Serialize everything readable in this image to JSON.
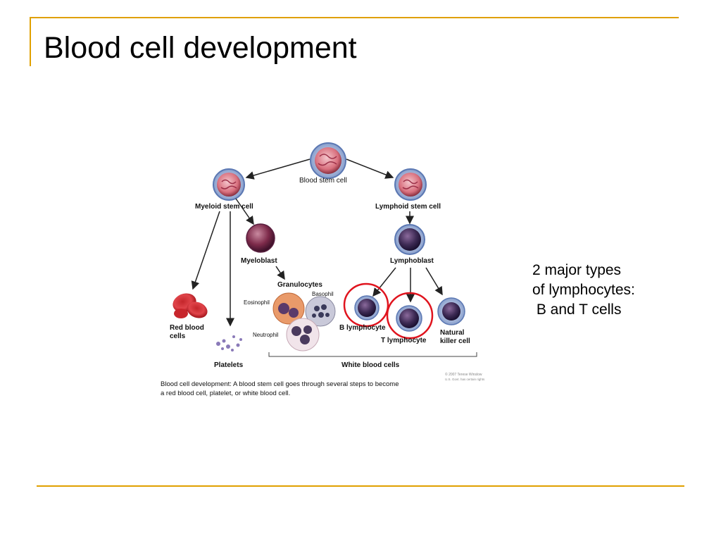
{
  "slide": {
    "title": "Blood cell development",
    "accent_color": "#E0A000",
    "note_lines": [
      "2 major types",
      "of lymphocytes:",
      " B and T cells"
    ]
  },
  "diagram": {
    "labels": {
      "stem": "Blood stem cell",
      "myeloid": "Myeloid stem cell",
      "lymphoid": "Lymphoid stem cell",
      "myeloblast": "Myeloblast",
      "lymphoblast": "Lymphoblast",
      "granulocytes": "Granulocytes",
      "basophil": "Basophil",
      "eosinophil": "Eosinophil",
      "neutrophil": "Neutrophil",
      "rbc_1": "Red blood",
      "rbc_2": "cells",
      "platelets": "Platelets",
      "b_lymph": "B lymphocyte",
      "t_lymph": "T lymphocyte",
      "nk_1": "Natural",
      "nk_2": "killer cell",
      "wbc": "White blood cells",
      "copyright_1": "© 2007 Terese Winslow",
      "copyright_2": "U.S. Govt. has certain rights"
    },
    "caption": [
      "Blood cell development:  A blood stem cell goes through several steps to become",
      "a red blood cell, platelet, or white blood cell."
    ],
    "highlight_color": "#E0141E"
  }
}
